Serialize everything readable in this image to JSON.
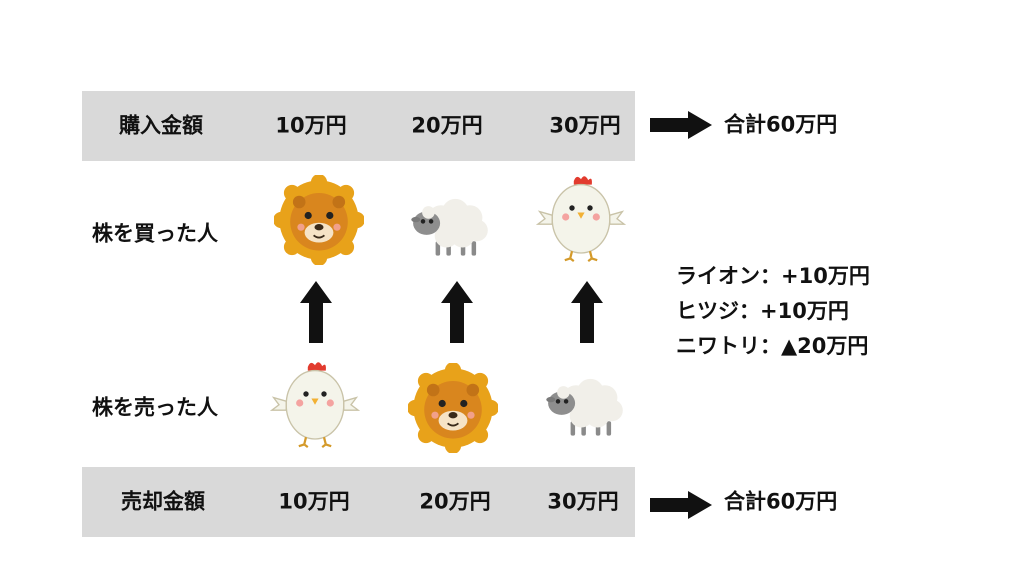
{
  "purchase": {
    "label": "購入金額",
    "amounts": [
      "10万円",
      "20万円",
      "30万円"
    ],
    "total": "合計60万円"
  },
  "buyers": {
    "label": "株を買った人",
    "animals": [
      "lion-icon",
      "sheep-icon",
      "chicken-icon"
    ]
  },
  "sellers": {
    "label": "株を売った人",
    "animals": [
      "chicken-icon",
      "lion-icon",
      "sheep-icon"
    ]
  },
  "sale": {
    "label": "売却金額",
    "amounts": [
      "10万円",
      "20万円",
      "30万円"
    ],
    "total": "合計60万円"
  },
  "results": [
    "ライオン：+10万円",
    "ヒツジ：+10万円",
    "ニワトリ：▲20万円"
  ],
  "colors": {
    "band": "#d9d9d9",
    "arrow": "#111111",
    "lion_mane": "#e8a21a",
    "lion_face": "#d9861e",
    "chicken_comb": "#e23b2e",
    "chicken_beak": "#f2b134"
  }
}
